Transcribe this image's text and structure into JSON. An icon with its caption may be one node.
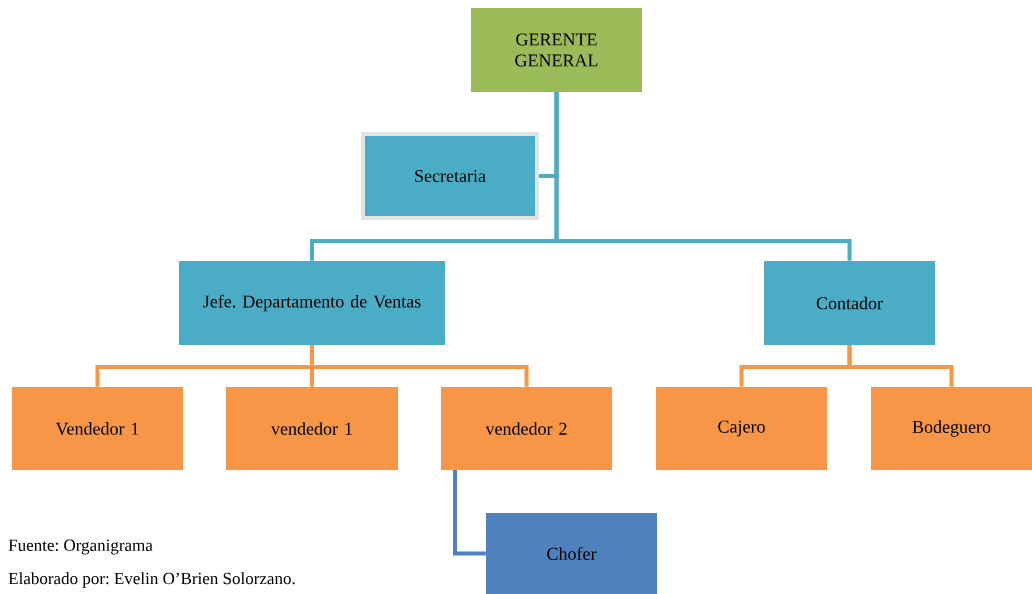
{
  "diagram": {
    "nodes": [
      {
        "text": [
          "GERENTE GENERAL"
        ]
      },
      {
        "text": [
          "Secretaria"
        ]
      },
      {
        "text": [
          "Jefe. Departamento de Ventas"
        ]
      },
      {
        "text": [
          "Contador"
        ]
      },
      {
        "text": [
          "Vendedor 1"
        ]
      },
      {
        "text": [
          "vendedor  1"
        ]
      },
      {
        "text": [
          "vendedor 2"
        ]
      },
      {
        "text": [
          "Cajero"
        ]
      },
      {
        "text": [
          "Bodeguero"
        ]
      },
      {
        "text": [
          "Chofer"
        ]
      }
    ],
    "edges": [
      {
        "from": 0,
        "to": 1,
        "arrow": "none",
        "color": "#4bacc6"
      },
      {
        "from": 0,
        "to": 2,
        "arrow": "none",
        "color": "#4bacc6"
      },
      {
        "from": 0,
        "to": 3,
        "arrow": "none",
        "color": "#4bacc6"
      },
      {
        "from": 2,
        "to": 4,
        "arrow": "none"
      },
      {
        "from": 2,
        "to": 5,
        "arrow": "none"
      },
      {
        "from": 2,
        "to": 6,
        "arrow": "none"
      },
      {
        "from": 3,
        "to": 7,
        "arrow": "none"
      },
      {
        "from": 3,
        "to": 8,
        "arrow": "none"
      },
      {
        "from": 6,
        "to": 9,
        "arrow": "none",
        "color": "#4f81bd"
      }
    ],
    "labels": [
      "Fuente: Organigrama",
      "Elaborado por: Evelin O’Brien Solorzano."
    ]
  }
}
